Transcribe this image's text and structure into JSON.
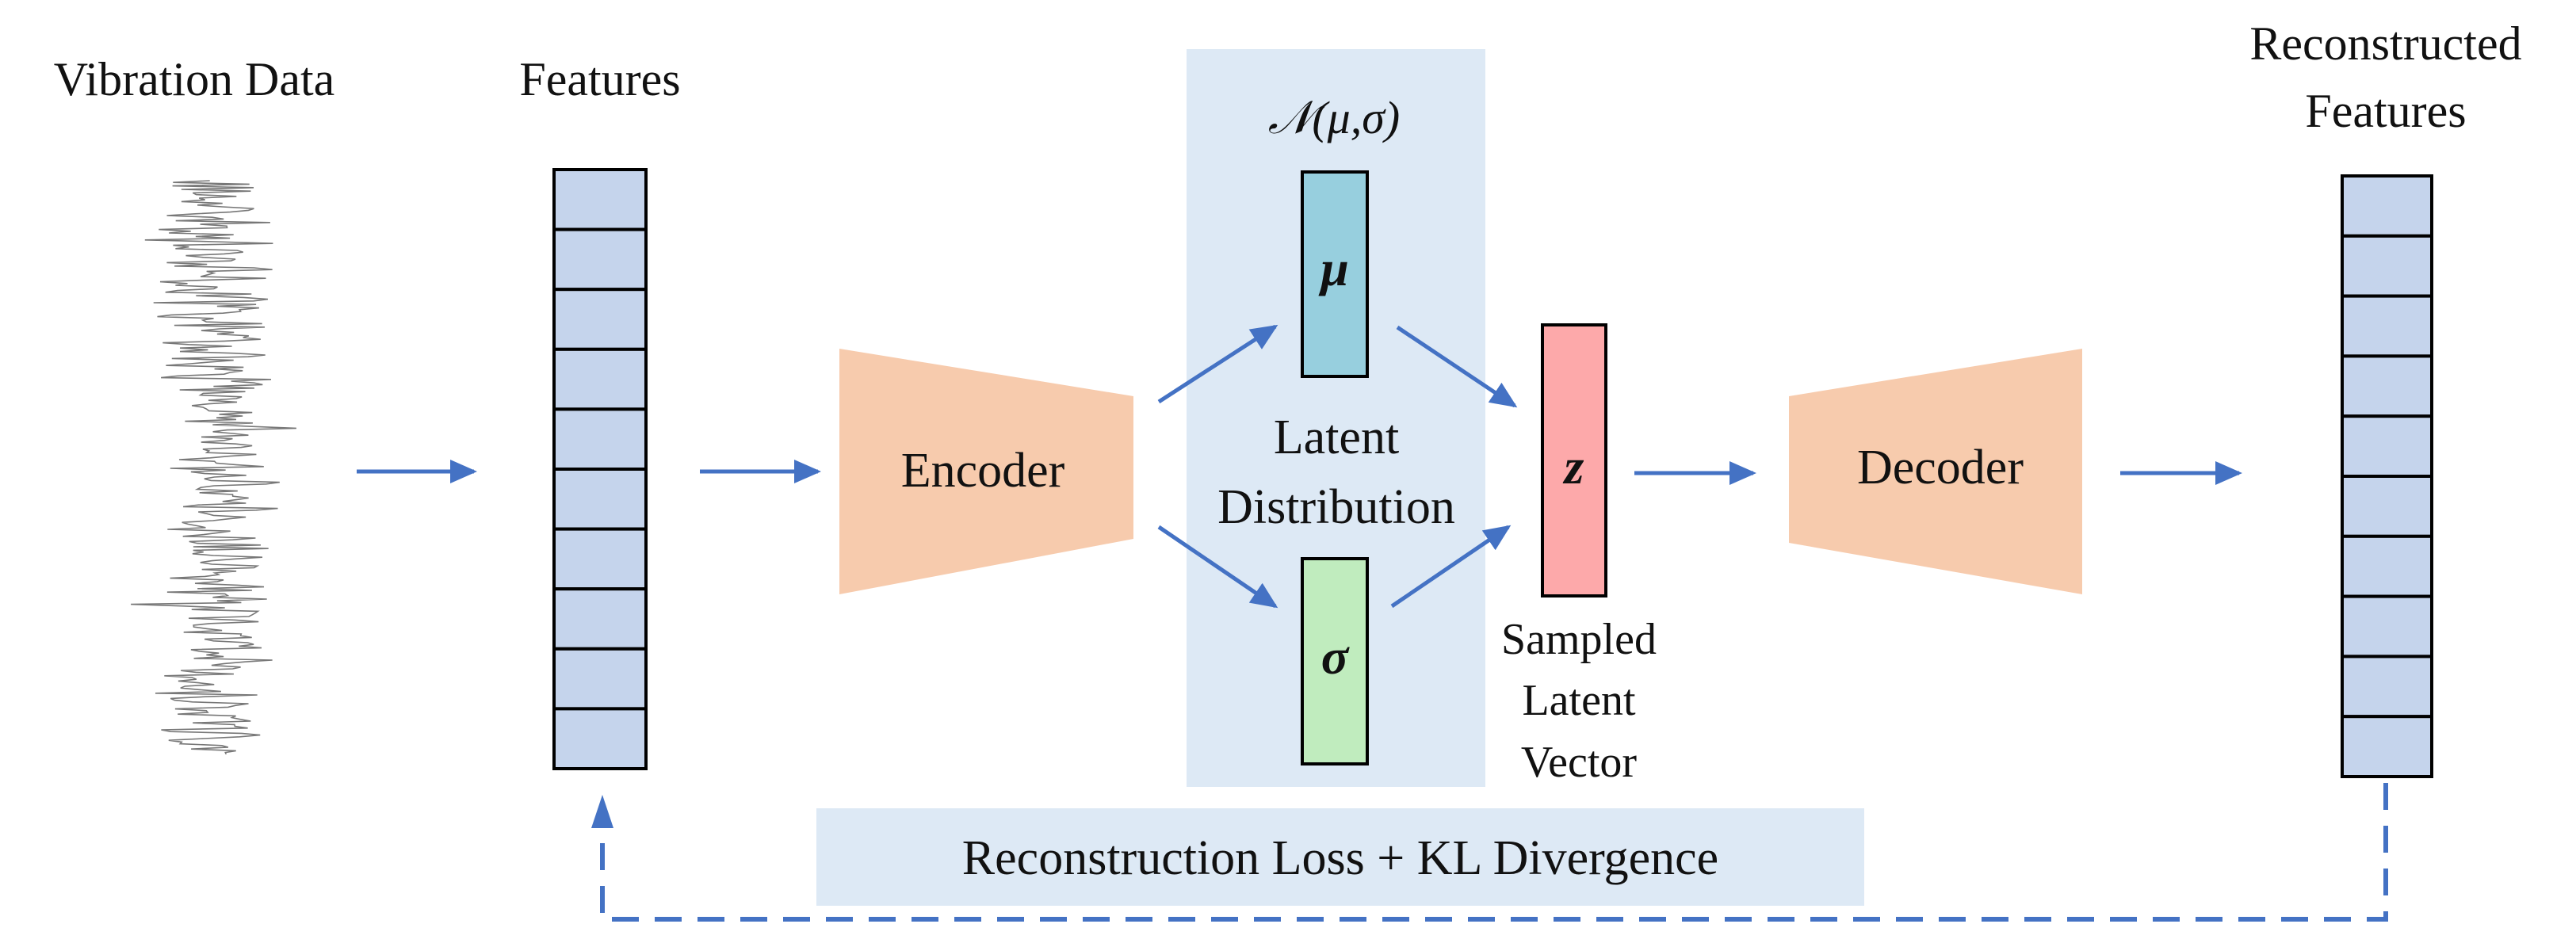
{
  "titles": {
    "vibration": "Vibration Data",
    "features": "Features",
    "reconstructed_line1": "Reconstructed",
    "reconstructed_line2": "Features"
  },
  "blocks": {
    "encoder": "Encoder",
    "decoder": "Decoder"
  },
  "latent": {
    "distribution_formula": "𝒩(μ,σ)",
    "mu_symbol": "μ",
    "sigma_symbol": "σ",
    "label_line1": "Latent",
    "label_line2": "Distribution",
    "z_symbol": "z",
    "sampled_line1": "Sampled",
    "sampled_line2": "Latent",
    "sampled_line3": "Vector"
  },
  "loss": {
    "label": "Reconstruction Loss + KL Divergence"
  },
  "feature_cells": 10,
  "reconstructed_cells": 10,
  "colors": {
    "arrow": "#4472c4",
    "feature_cell": "#c5d4ec",
    "trapezoid": "#f7cbad",
    "panel": "#dde9f5",
    "mu_box": "#97cfde",
    "sigma_box": "#c0ecbe",
    "z_box": "#fda9aa",
    "waveform": "#777777"
  }
}
